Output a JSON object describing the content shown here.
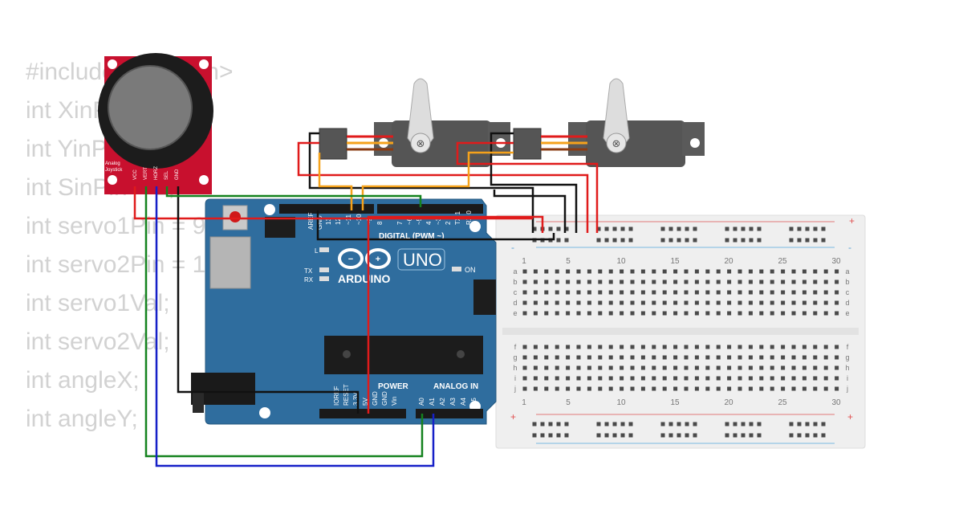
{
  "code_lines": [
    "#include <Servo.h>",
    "int XinPin = 0;",
    "int YinPin = 1;",
    "int SinPin = 2;",
    "int servo1Pin = 9;",
    "int servo2Pin = 10;",
    "int servo1Val;",
    "int servo2Val;",
    "int angleX;",
    "int angleY;"
  ],
  "joystick": {
    "label_line1": "Analog",
    "label_line2": "Joystick",
    "pins": [
      "VCC",
      "VERT",
      "HORZ",
      "SEL",
      "GND"
    ]
  },
  "arduino": {
    "brand": "ARDUINO",
    "model": "UNO",
    "digital_header": "DIGITAL (PWM ~)",
    "power_header": "POWER",
    "analog_header": "ANALOG IN",
    "aref": "AREF",
    "gnd_top": "GND",
    "digital_pins": [
      "13",
      "12",
      "~11",
      "~10",
      "~9",
      "8",
      "7",
      "~6",
      "~5",
      "4",
      "~3",
      "2",
      "TX 1",
      "RX 0"
    ],
    "power_pins": [
      "IOREF",
      "RESET",
      "3.3V",
      "5V",
      "GND",
      "GND",
      "Vin"
    ],
    "analog_pins": [
      "A0",
      "A1",
      "A2",
      "A3",
      "A4",
      "A5"
    ],
    "led_L": "L",
    "led_TX": "TX",
    "led_RX": "RX",
    "led_ON": "ON"
  },
  "breadboard": {
    "rows_top": [
      "a",
      "b",
      "c",
      "d",
      "e"
    ],
    "rows_bottom": [
      "f",
      "g",
      "h",
      "i",
      "j"
    ],
    "column_numbers": [
      "1",
      "5",
      "10",
      "15",
      "20",
      "25",
      "30"
    ],
    "plus": "+",
    "minus": "-"
  },
  "colors": {
    "wire_red": "#e01b1b",
    "wire_black": "#111111",
    "wire_orange": "#f5a21b",
    "wire_green": "#14821e",
    "wire_blue": "#1620c8",
    "board_blue": "#2f6d9e",
    "joystick_red": "#c8102e",
    "servo_gray": "#555555",
    "breadboard": "#efefef"
  }
}
